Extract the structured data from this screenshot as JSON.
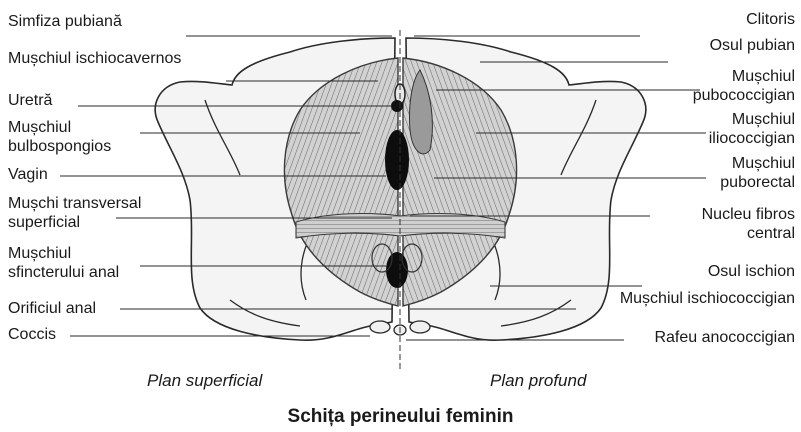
{
  "diagram": {
    "title": "Schița perineului feminin",
    "subtitles": {
      "left": "Plan superficial",
      "right": "Plan profund"
    },
    "labels_left": [
      {
        "id": "simfiza",
        "line1": "Simfiza pubiană",
        "line2": ""
      },
      {
        "id": "ischiocavernos",
        "line1": "Mușchiul ischiocavernos",
        "line2": ""
      },
      {
        "id": "uretra",
        "line1": "Uretră",
        "line2": ""
      },
      {
        "id": "bulbospongios",
        "line1": "Mușchiul",
        "line2": "bulbospongios"
      },
      {
        "id": "vagin",
        "line1": "Vagin",
        "line2": ""
      },
      {
        "id": "transversal",
        "line1": "Mușchi transversal",
        "line2": "superficial"
      },
      {
        "id": "sfincter",
        "line1": "Mușchiul",
        "line2": "sfincterului anal"
      },
      {
        "id": "orificiu",
        "line1": "Orificiul anal",
        "line2": ""
      },
      {
        "id": "coccis",
        "line1": "Coccis",
        "line2": ""
      }
    ],
    "labels_right": [
      {
        "id": "clitoris",
        "line1": "Clitoris",
        "line2": ""
      },
      {
        "id": "osul-pubian",
        "line1": "Osul pubian",
        "line2": ""
      },
      {
        "id": "pubococcigian",
        "line1": "Mușchiul",
        "line2": "pubococcigian"
      },
      {
        "id": "iliococcigian",
        "line1": "Mușchiul",
        "line2": "iliococcigian"
      },
      {
        "id": "puborectal",
        "line1": "Mușchiul",
        "line2": "puborectal"
      },
      {
        "id": "nucleu",
        "line1": "Nucleu fibros",
        "line2": "central"
      },
      {
        "id": "osul-ischion",
        "line1": "Osul ischion",
        "line2": ""
      },
      {
        "id": "ischiococcigian",
        "line1": "Mușchiul  ischiococcigian",
        "line2": ""
      },
      {
        "id": "rafeu",
        "line1": "Rafeu anococcigian",
        "line2": ""
      }
    ]
  }
}
